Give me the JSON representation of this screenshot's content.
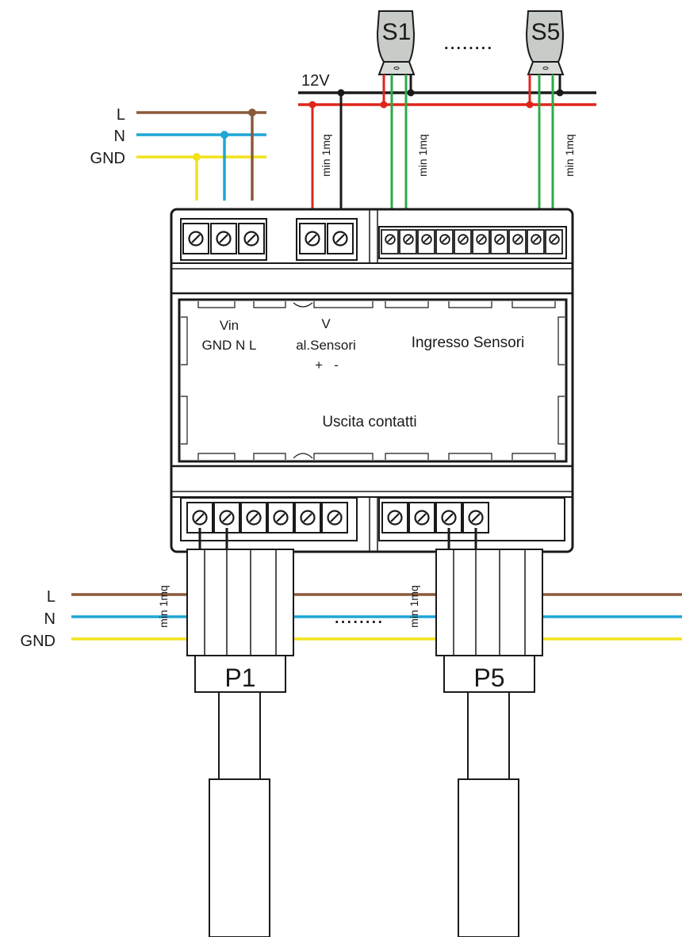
{
  "mains_top": {
    "l": "L",
    "n": "N",
    "gnd": "GND"
  },
  "mains_bottom": {
    "l": "L",
    "n": "N",
    "gnd": "GND"
  },
  "supply_label": "12V",
  "sensor_first": "S1",
  "sensor_last": "S5",
  "sensor_ellipsis": "........",
  "panel_ellipsis": "........",
  "wire_note": "min 1mq",
  "module": {
    "vin": "Vin",
    "vin_terms": "GND N L",
    "v_label": "V",
    "v_sub": "al.Sensori",
    "v_pol": "+   -",
    "sensor_input": "Ingresso Sensori",
    "contact_output": "Uscita contatti"
  },
  "panel_first": "P1",
  "panel_last": "P5",
  "colors": {
    "L": "#8B5A3C",
    "N": "#1EA6D6",
    "GND": "#F2E21A",
    "plus": "#E0251B",
    "minus": "#1a1a1a",
    "signal": "#2DAA4A"
  }
}
